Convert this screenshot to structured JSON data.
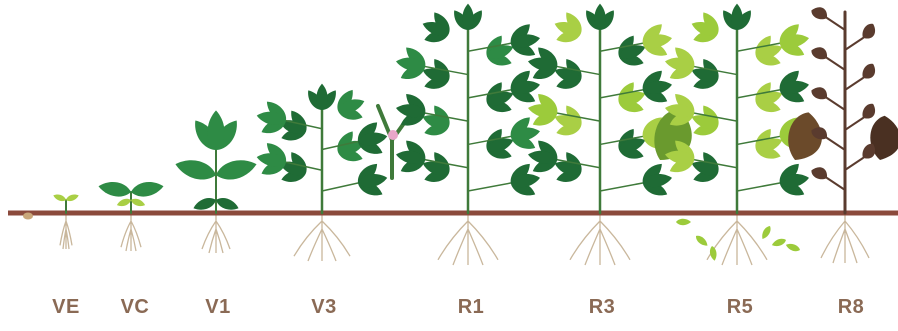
{
  "stages": [
    {
      "label": "VE"
    },
    {
      "label": "VC"
    },
    {
      "label": "V1"
    },
    {
      "label": "V3"
    },
    {
      "label": "R1"
    },
    {
      "label": "R3"
    },
    {
      "label": "R5"
    },
    {
      "label": "R8"
    }
  ],
  "colors": {
    "ground": "#8b4a3c",
    "leaf_dark": "#1f6b35",
    "leaf_mid": "#2e8b45",
    "leaf_light": "#a9cf45",
    "leaf_yellow": "#9ccb3b",
    "stem": "#3f7a3a",
    "root": "#c9b79c",
    "dry": "#5a3b2e",
    "pod_green": "#6a9a2e",
    "label": "#8a6a55",
    "flower": "#e8a6c8"
  }
}
